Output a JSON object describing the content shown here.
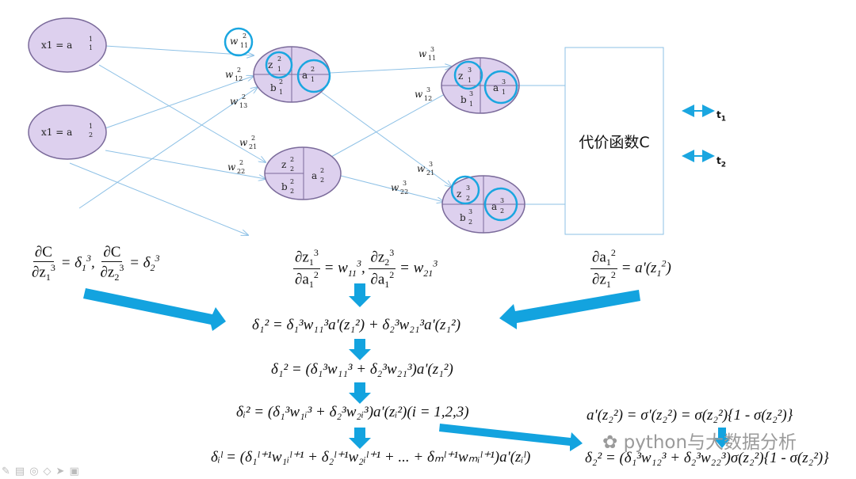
{
  "nodes": {
    "input1": {
      "text": "x1  =  a",
      "sup": "1",
      "sub": "1"
    },
    "input2": {
      "text": "x1  =  a",
      "sup": "1",
      "sub": "2"
    },
    "h1": {
      "z": "z",
      "zsup": "2",
      "zsub": "1",
      "a": "a",
      "asup": "2",
      "asub": "1",
      "b": "b",
      "bsup": "2",
      "bsub": "1"
    },
    "h2": {
      "z": "z",
      "zsup": "2",
      "zsub": "2",
      "a": "a",
      "asup": "2",
      "asub": "2",
      "b": "b",
      "bsup": "2",
      "bsub": "2"
    },
    "o1": {
      "z": "z",
      "zsup": "3",
      "zsub": "1",
      "a": "a",
      "asup": "3",
      "asub": "1",
      "b": "b",
      "bsup": "3",
      "bsub": "1"
    },
    "o2": {
      "z": "z",
      "zsup": "3",
      "zsub": "2",
      "a": "a",
      "asup": "3",
      "asub": "2",
      "b": "b",
      "bsup": "3",
      "bsub": "2"
    }
  },
  "weights": [
    {
      "w": "w",
      "sup": "2",
      "sub": "11"
    },
    {
      "w": "w",
      "sup": "2",
      "sub": "12"
    },
    {
      "w": "w",
      "sup": "2",
      "sub": "13"
    },
    {
      "w": "w",
      "sup": "2",
      "sub": "21"
    },
    {
      "w": "w",
      "sup": "2",
      "sub": "22"
    },
    {
      "w": "w",
      "sup": "3",
      "sub": "11"
    },
    {
      "w": "w",
      "sup": "3",
      "sub": "12"
    },
    {
      "w": "w",
      "sup": "3",
      "sub": "21"
    },
    {
      "w": "w",
      "sup": "3",
      "sub": "22"
    }
  ],
  "cost_box": {
    "label": "代价函数C"
  },
  "targets": [
    {
      "label": "t",
      "sub": "1"
    },
    {
      "label": "t",
      "sub": "2"
    }
  ],
  "equations": {
    "eq_dc": {
      "a": "∂C",
      "b": "∂z",
      "c": "= δ",
      "d": ", ",
      "e": "∂C",
      "f": "∂z",
      "g": "= δ"
    },
    "eq_dz": {
      "a": "∂z",
      "b": "∂a",
      "c": "= w",
      "e": "∂z",
      "f": "∂a",
      "g": "= w"
    },
    "eq_da": {
      "a": "∂a",
      "b": "∂z",
      "c": "= a'(z",
      "d": ")"
    },
    "line1": "δ₁² = δ₁³w₁₁³a'(z₁²) + δ₂³w₂₁³a'(z₁²)",
    "line2": "δ₁² = (δ₁³w₁₁³ + δ₂³w₂₁³)a'(z₁²)",
    "line3": "δᵢ² = (δ₁³w₁ᵢ³ + δ₂³w₂ᵢ³)a'(zᵢ²)(i = 1,2,3)",
    "line4": "δᵢˡ = (δ₁ˡ⁺¹w₁ᵢˡ⁺¹ + δ₂ˡ⁺¹w₂ᵢˡ⁺¹ + ... + δₘˡ⁺¹wₘᵢˡ⁺¹)a'(zᵢˡ)",
    "sigma": "a'(z₂²) = σ'(z₂²) = σ(z₂²){1 - σ(z₂²)}",
    "delta22": "δ₂² = (δ₁³w₁₂³ + δ₂³w₂₂³)σ(z₂²){1 - σ(z₂²)}"
  },
  "watermark": "python与大数据分析",
  "colors": {
    "node_fill": "#ddd0ee",
    "node_stroke": "#7a6a9a",
    "highlight": "#1aa6e0",
    "arrow_big": "#13a3df",
    "arrow_thin": "#8ec1e6"
  }
}
